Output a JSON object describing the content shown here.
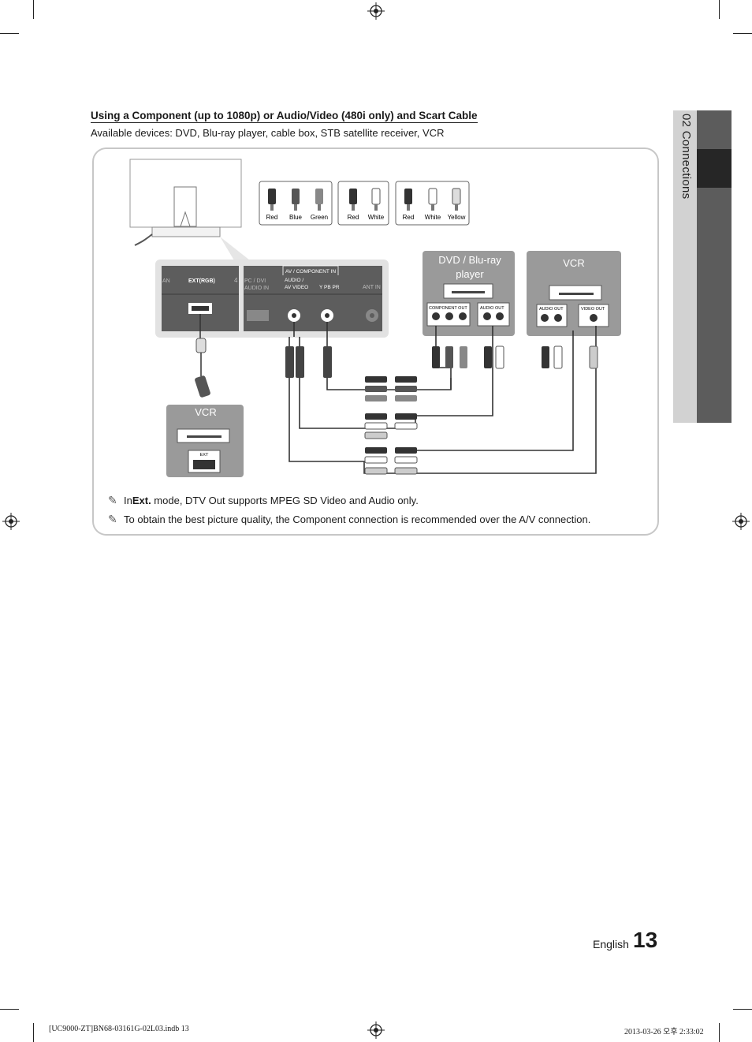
{
  "section": {
    "heading": "Using a Component (up to 1080p) or Audio/Video (480i only) and Scart Cable",
    "subheading": "Available devices: DVD, Blu-ray player, cable box, STB satellite receiver, VCR"
  },
  "side_tab": {
    "label": "02  Connections"
  },
  "diagram": {
    "cable_groups": [
      {
        "colors": [
          "Red",
          "Blue",
          "Green"
        ]
      },
      {
        "colors": [
          "Red",
          "White"
        ]
      },
      {
        "colors": [
          "Red",
          "White",
          "Yellow"
        ]
      }
    ],
    "tv_panel": {
      "port_labels": [
        "AN",
        "EXT(RGB)",
        "4",
        "PC / DVI",
        "AUDIO IN",
        "AV / COMPONENT IN",
        "AUDIO /",
        "AV VIDEO",
        "Y  PB  PR",
        "ANT IN"
      ]
    },
    "dvd_box": {
      "title": "DVD / Blu-ray player",
      "component_out": "COMPONENT OUT",
      "audio_out": "AUDIO OUT"
    },
    "vcr_box": {
      "title": "VCR",
      "audio_out": "AUDIO OUT",
      "video_out": "VIDEO OUT"
    },
    "vcr_scart_box": {
      "title": "VCR",
      "ext_label": "EXT"
    }
  },
  "notes": {
    "note1_prefix": "In ",
    "note1_bold": "Ext.",
    "note1_suffix": " mode, DTV Out supports MPEG SD Video and Audio only.",
    "note2": "To obtain the best picture quality, the Component connection is recommended over the A/V connection."
  },
  "footer": {
    "language": "English",
    "page_number": "13",
    "print_file": "[UC9000-ZT]BN68-03161G-02L03.indb   13",
    "print_date": "2013-03-26   오후 2:33:02"
  }
}
